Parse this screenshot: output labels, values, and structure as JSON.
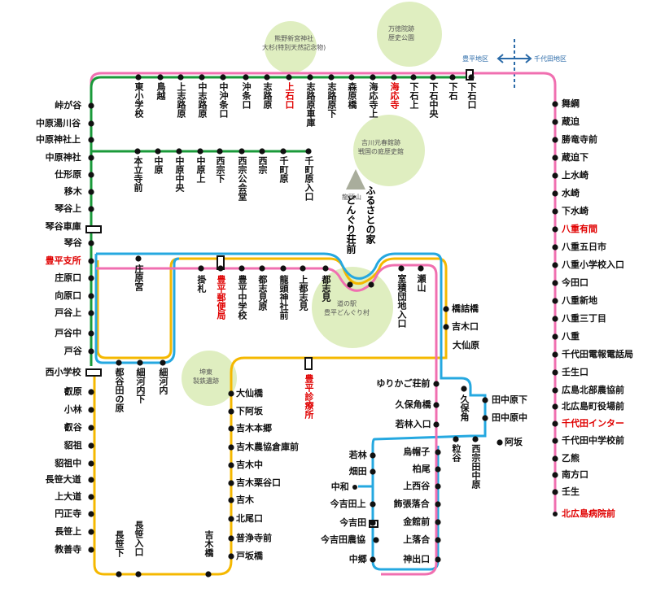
{
  "landmarks": {
    "kumano": [
      "熊野新宮神社",
      "大杉(特別天然記念物)"
    ],
    "mantoku": [
      "万徳院跡",
      "歴史公園"
    ],
    "kikkawa": [
      "吉川元春館跡",
      "戦国の庭歴史館"
    ],
    "ryuzu_mountain": "龍頭山",
    "michinoeki": [
      "道の駅",
      "豊平どんぐり村"
    ],
    "kamikawa": [
      "坤東",
      "製鉄遺跡"
    ]
  },
  "areas": {
    "toyohira": "豊平地区",
    "chiyoda": "千代田地区"
  },
  "colors": {
    "green": "#1a9a3a",
    "pink": "#f06fb0",
    "blue": "#25a8e0",
    "yellow": "#f5b800",
    "hub_red": "#e00000"
  },
  "stops": {
    "top_row": [
      "東小学校",
      "鳥越",
      "上志路原",
      "中志路原",
      "中沖条口",
      "沖条口",
      "志路原",
      "上石口",
      "志路原車庫",
      "志路原下",
      "森原橋",
      "海応寺上",
      "海応寺",
      "下石上",
      "下石中央",
      "下石",
      "下石口"
    ],
    "second_row": [
      "本立寺前",
      "中原",
      "中原中央",
      "中原上",
      "西宗下",
      "西宗公会堂",
      "西宗",
      "千町原",
      "千町原入口"
    ],
    "left_col": [
      "峠が谷",
      "中原湯川谷",
      "中原神社上",
      "中原神社",
      "仕形原",
      "移木",
      "琴谷上",
      "琴谷車庫",
      "琴谷",
      "豊平支所",
      "庄原口",
      "向原口",
      "戸谷上",
      "戸谷中",
      "戸谷",
      "西小学校",
      "叡原",
      "小林",
      "叡谷",
      "貂祖",
      "貂祖中",
      "長笹大道",
      "上大道",
      "円正寺",
      "長笹上",
      "教善寺"
    ],
    "right_col": [
      "舞綱",
      "蔵迫",
      "勝竜寺前",
      "蔵迫下",
      "上水崎",
      "水崎",
      "下水崎",
      "八重有間",
      "八重五日市",
      "八重小学校入口",
      "今田口",
      "八重新地",
      "八重三丁目",
      "八重",
      "千代田電報電話局",
      "壬生口",
      "広島北部農協前",
      "北広島町役場前",
      "千代田インター",
      "千代田中学校前",
      "乙熊",
      "南方口",
      "壬生",
      "北広島病院前"
    ],
    "middle_row": [
      "掛札",
      "豊平郵便局",
      "豊平中学校",
      "都志見原",
      "龍頭神社前",
      "上都志見",
      "都志見"
    ],
    "shohara": "庄原宮",
    "furusato": "ふるさとの家",
    "donguri": "どんぐり荘前",
    "muro": "室積団地入口",
    "setoyama": "瀬山",
    "right_cluster": [
      "橋詰橋",
      "吉木口"
    ],
    "ohsenbara": "大仙原",
    "lower_left": [
      "都谷田の原",
      "細河内下",
      "細河内"
    ],
    "shinryojo": "豊平診療所",
    "kitano_col": [
      "大仙橋",
      "下阿坂",
      "吉木本郷",
      "吉木農協倉庫前",
      "吉木中",
      "吉木栗谷口",
      "吉木",
      "北尾口",
      "普浄寺前",
      "戸坂橋"
    ],
    "bottom": [
      "長笹下",
      "長笹入口",
      "吉木橋"
    ],
    "yurikago": [
      "ゆりかご荘前",
      "久保角橋",
      "若林入口"
    ],
    "kubosumi": "久保角",
    "tanaka": [
      "田中原下",
      "田中原中"
    ],
    "asaka": "阿坂",
    "tokui": [
      "粒谷",
      "西宗田中原"
    ],
    "blue_right": [
      "烏帽子",
      "柏尾",
      "上西谷",
      "飾張落合",
      "金館前",
      "上落合",
      "神出口"
    ],
    "blue_left": [
      "若林",
      "畑田",
      "中和",
      "今吉田上",
      "今吉田",
      "今吉田農協",
      "中郷"
    ]
  }
}
